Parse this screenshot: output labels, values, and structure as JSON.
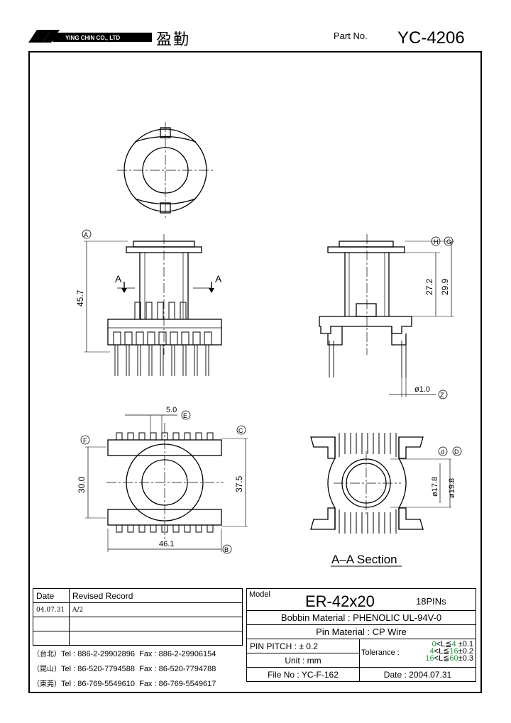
{
  "header": {
    "company": "YING CHIN CO., LTD",
    "company_cn": "盈勤",
    "part_no_label": "Part No.",
    "part_no": "YC-4206"
  },
  "drawing": {
    "dims": {
      "A": "A",
      "B": "B",
      "C": "C",
      "D": "D",
      "E": "E",
      "F": "F",
      "G": "G",
      "H": "H",
      "Z": "Z",
      "d": "d",
      "height_457": "45.7",
      "h_272": "27.2",
      "h_299": "29.9",
      "pin_dia": "ø1.0",
      "pitch_50": "5.0",
      "w_300": "30.0",
      "w_375": "37.5",
      "w_461": "46.1",
      "d_178": "ø17.8",
      "d_198": "ø19.8",
      "section_mark": "A"
    },
    "section_title": "A–A Section"
  },
  "revision": {
    "col_date": "Date",
    "col_record": "Revised Record",
    "rows": [
      {
        "date": "04.07.31",
        "record": "A/2"
      },
      {
        "date": "",
        "record": ""
      },
      {
        "date": "",
        "record": ""
      }
    ]
  },
  "contacts": [
    {
      "city": "（台北）",
      "tel": "Tel : 886-2-29902896",
      "fax": "Fax : 886-2-29906154"
    },
    {
      "city": "（昆山）",
      "tel": "Tel : 86-520-7794588",
      "fax": "Fax : 86-520-7794788"
    },
    {
      "city": "（東莞）",
      "tel": "Tel : 86-769-5549610",
      "fax": "Fax : 86-769-5549617"
    }
  ],
  "spec": {
    "model_label": "Model",
    "model": "ER-42x20",
    "pins": "18PINs",
    "bobbin_label": "Bobbin Material :",
    "bobbin": "PHENOLIC UL-94V-0",
    "pin_mat_label": "Pin Material :",
    "pin_mat": "CP Wire",
    "pitch_label": "PIN PITCH :",
    "pitch": "± 0.2",
    "unit_label": "Unit :",
    "unit": "mm",
    "tolerance_label": "Tolerance :",
    "tol": [
      {
        "lo": "0",
        "mid": "<L≦",
        "hi": "4",
        "val": "±0.1"
      },
      {
        "lo": "4",
        "mid": "<L≦",
        "hi": "16",
        "val": "±0.2"
      },
      {
        "lo": "16",
        "mid": "<L≦",
        "hi": "60",
        "val": "±0.3"
      }
    ],
    "file_label": "File No :",
    "file": "YC-F-162",
    "date_label": "Date :",
    "date": "2004.07.31"
  },
  "colors": {
    "tolerance_range": "#1a9a3a"
  }
}
